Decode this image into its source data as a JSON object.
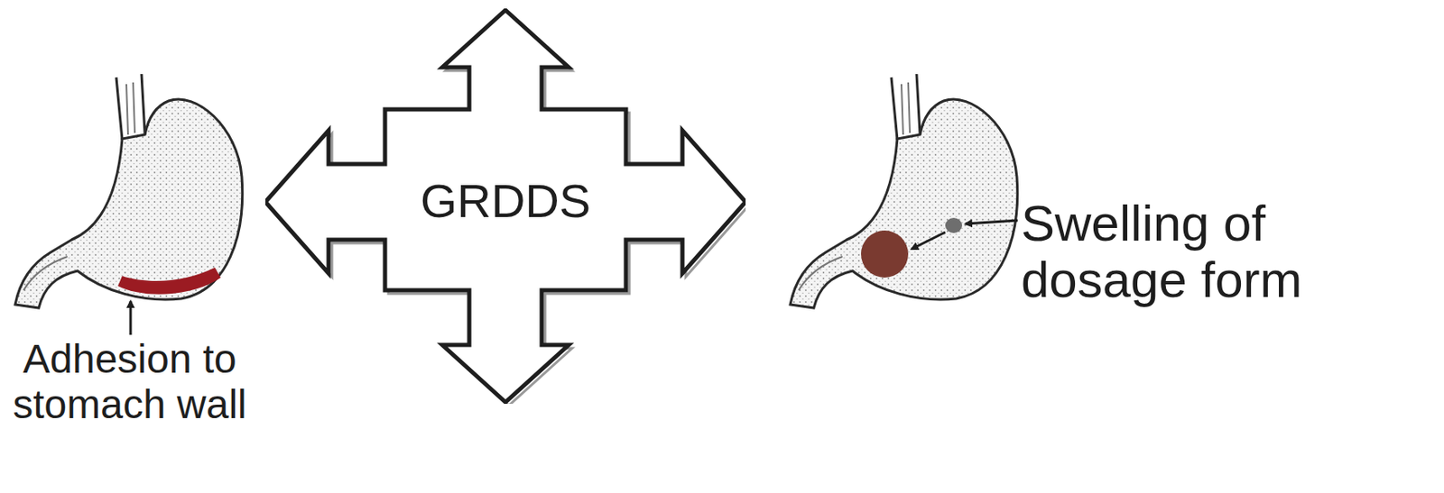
{
  "diagram": {
    "nodes": [
      {
        "text": [
          "GRDDS"
        ]
      }
    ],
    "labels": [
      "Adhesion to stomach wall",
      "Swelling of dosage form"
    ]
  }
}
